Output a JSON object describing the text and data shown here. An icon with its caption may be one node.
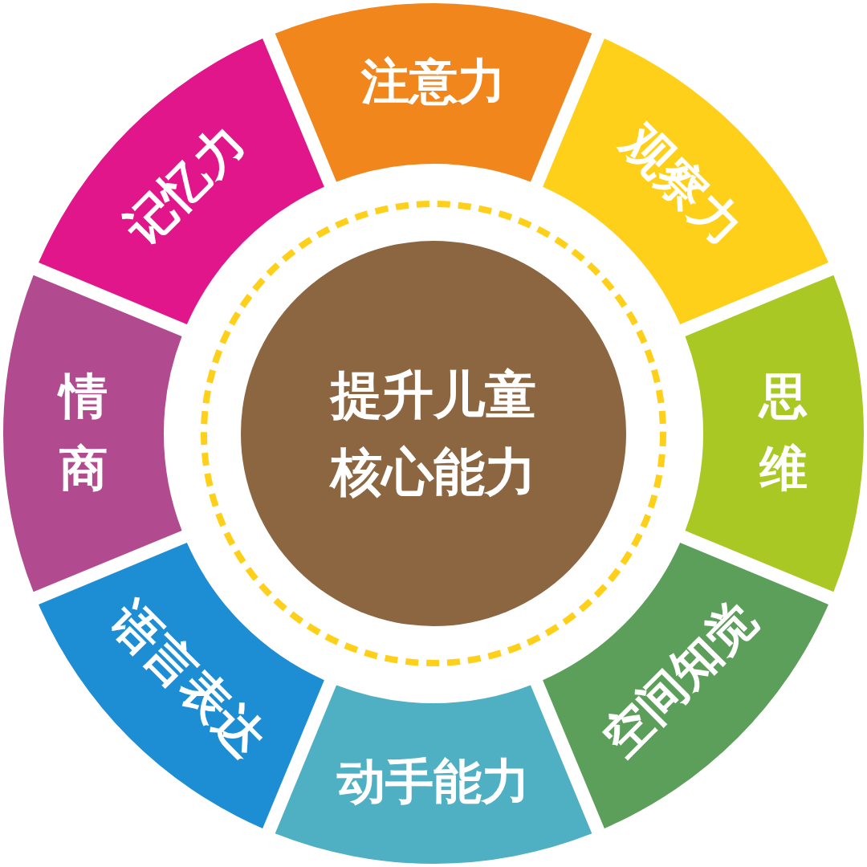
{
  "diagram": {
    "nodes": [
      {
        "text": [
          "提升儿童核心能力"
        ]
      },
      {
        "text": [
          "注意力"
        ]
      },
      {
        "text": [
          "观察力"
        ]
      },
      {
        "text": [
          "思维"
        ]
      },
      {
        "text": [
          "空间知觉"
        ]
      },
      {
        "text": [
          "动手能力"
        ]
      },
      {
        "text": [
          "语言表达"
        ]
      },
      {
        "text": [
          "情商"
        ]
      },
      {
        "text": [
          "记忆力"
        ]
      }
    ]
  }
}
